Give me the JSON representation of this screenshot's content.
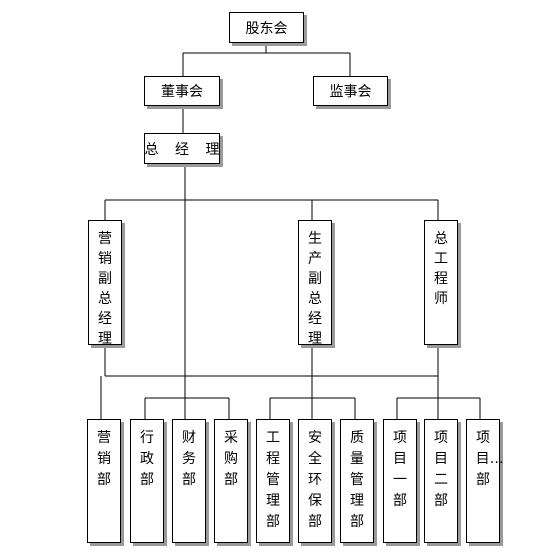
{
  "org_chart": {
    "top": "股东会",
    "board": "董事会",
    "supervisory": "监事会",
    "gm": "总 经 理",
    "vps": {
      "marketing": "营销副总经理",
      "production": "生产副总经理",
      "chief_engineer": "总工程师"
    },
    "departments": {
      "marketing": "营销部",
      "admin": "行政部",
      "finance": "财务部",
      "purchasing": "采购部",
      "engineering": "工程管理部",
      "safety": "安全环保部",
      "quality": "质量管理部",
      "project1": "项目一部",
      "project2": "项目二部",
      "project_more": "项目…部"
    }
  },
  "colors": {
    "line": "#000000",
    "shadow": "#9a9a9a",
    "box_bg": "#ffffff"
  }
}
